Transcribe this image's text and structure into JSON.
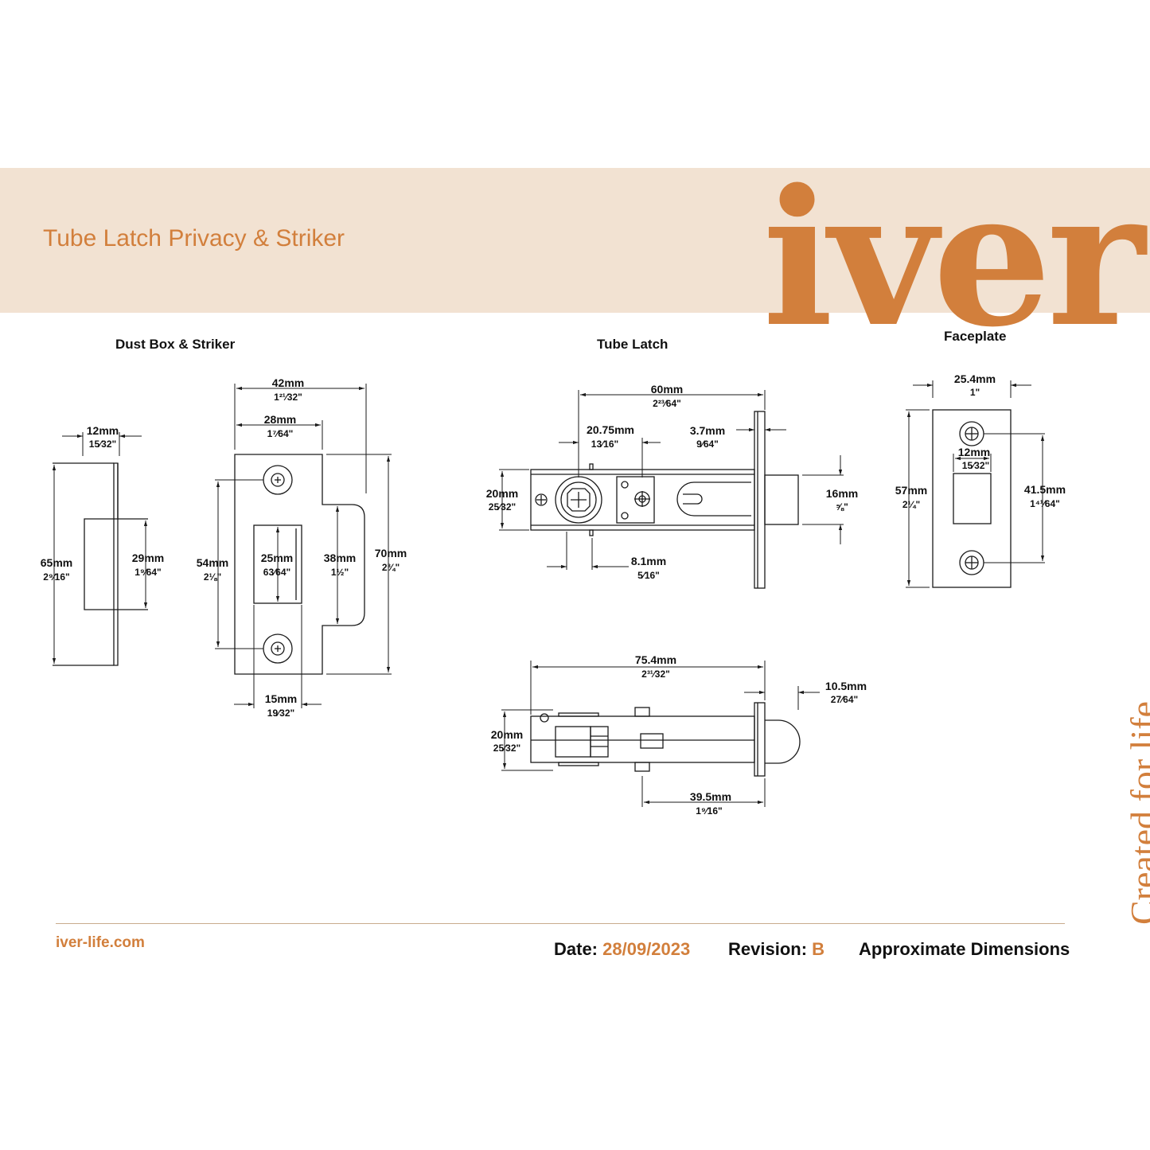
{
  "header": {
    "title": "Tube Latch Privacy & Striker",
    "logo": "iver"
  },
  "tagline": "Created for life.",
  "sections": {
    "dust_box": "Dust Box & Striker",
    "tube_latch": "Tube Latch",
    "faceplate": "Faceplate"
  },
  "dims": {
    "db_12": {
      "mm": "12mm",
      "in": "15⁄32\""
    },
    "db_65": {
      "mm": "65mm",
      "in": "2⁹⁄16\""
    },
    "db_29": {
      "mm": "29mm",
      "in": "1⁹⁄64\""
    },
    "st_42": {
      "mm": "42mm",
      "in": "1²¹⁄32\""
    },
    "st_28": {
      "mm": "28mm",
      "in": "1⁷⁄64\""
    },
    "st_54": {
      "mm": "54mm",
      "in": "2⅛\""
    },
    "st_25": {
      "mm": "25mm",
      "in": "63⁄64\""
    },
    "st_38": {
      "mm": "38mm",
      "in": "1½\""
    },
    "st_70": {
      "mm": "70mm",
      "in": "2¾\""
    },
    "st_15": {
      "mm": "15mm",
      "in": "19⁄32\""
    },
    "tl_60": {
      "mm": "60mm",
      "in": "2²³⁄64\""
    },
    "tl_2075": {
      "mm": "20.75mm",
      "in": "13⁄16\""
    },
    "tl_37": {
      "mm": "3.7mm",
      "in": "9⁄64\""
    },
    "tl_20": {
      "mm": "20mm",
      "in": "25⁄32\""
    },
    "tl_16": {
      "mm": "16mm",
      "in": "⅝\""
    },
    "tl_81": {
      "mm": "8.1mm",
      "in": "5⁄16\""
    },
    "ts_754": {
      "mm": "75.4mm",
      "in": "2³¹⁄32\""
    },
    "ts_105": {
      "mm": "10.5mm",
      "in": "27⁄64\""
    },
    "ts_20": {
      "mm": "20mm",
      "in": "25⁄32\""
    },
    "ts_395": {
      "mm": "39.5mm",
      "in": "1⁹⁄16\""
    },
    "fp_254": {
      "mm": "25.4mm",
      "in": "1\""
    },
    "fp_12": {
      "mm": "12mm",
      "in": "15⁄32\""
    },
    "fp_57": {
      "mm": "57mm",
      "in": "2¼\""
    },
    "fp_415": {
      "mm": "41.5mm",
      "in": "1⁴¹⁄64\""
    }
  },
  "footer": {
    "website": "iver-life.com",
    "date_label": "Date:",
    "date_value": "28/09/2023",
    "revision_label": "Revision:",
    "revision_value": "B",
    "note": "Approximate Dimensions"
  },
  "colors": {
    "brand": "#d27f3c",
    "band": "#f2e2d2",
    "line": "#1a1a1a"
  }
}
